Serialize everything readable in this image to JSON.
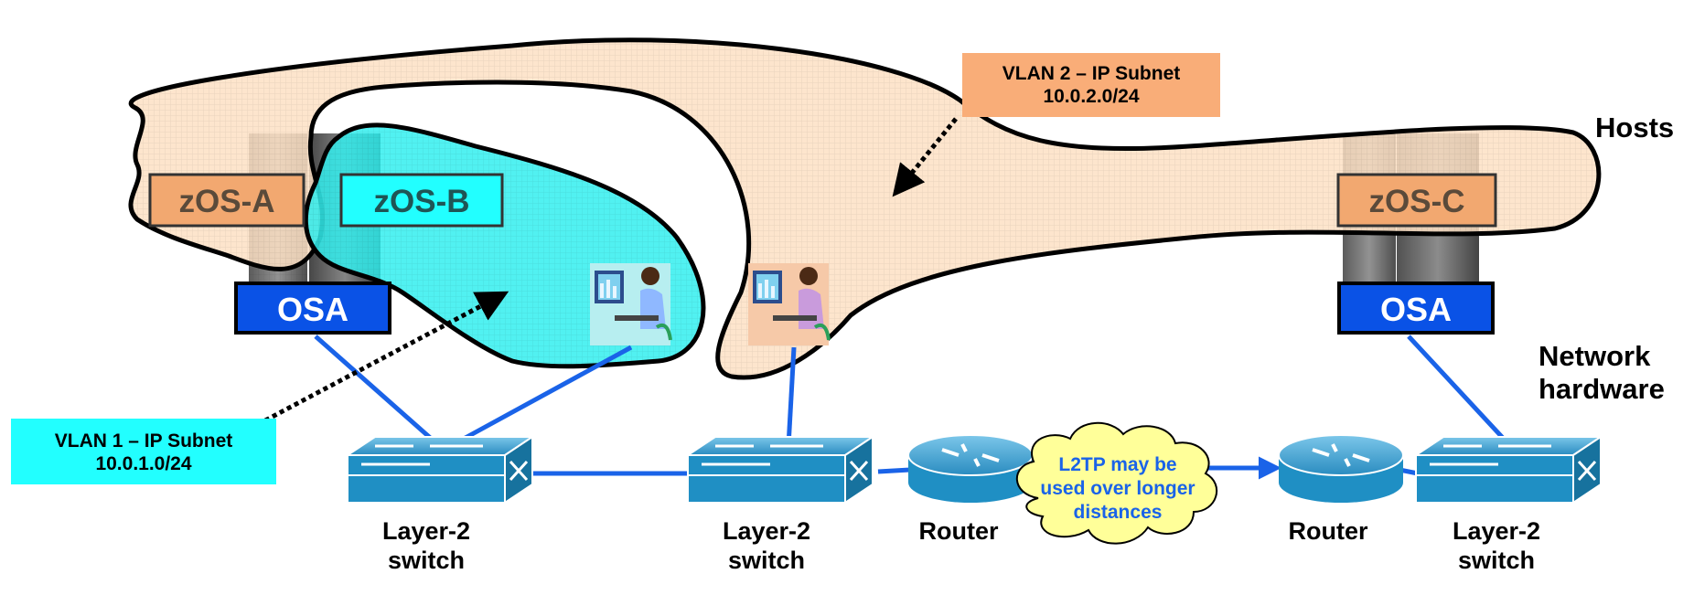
{
  "labels": {
    "hosts": "Hosts",
    "network_line1": "Network",
    "network_line2": "hardware"
  },
  "vlan1": {
    "line1": "VLAN 1 – IP Subnet",
    "line2": "10.0.1.0/24"
  },
  "vlan2": {
    "line1": "VLAN 2 – IP Subnet",
    "line2": "10.0.2.0/24"
  },
  "hosts": {
    "a": "zOS-A",
    "b": "zOS-B",
    "c": "zOS-C"
  },
  "osa": {
    "left": "OSA",
    "right": "OSA"
  },
  "devices": {
    "switch1_line1": "Layer-2",
    "switch1_line2": "switch",
    "switch2_line1": "Layer-2",
    "switch2_line2": "switch",
    "switch3_line1": "Layer-2",
    "switch3_line2": "switch",
    "router1": "Router",
    "router2": "Router"
  },
  "cloud": {
    "line1": "L2TP may be",
    "line2": "used over longer",
    "line3": "distances"
  },
  "colors": {
    "vlan1_fill": "#33eeee",
    "vlan2_fill": "#fde0c4",
    "vlan2_box": "#f9ad78",
    "vlan1_box": "#22ffff",
    "osa_blue": "#0a52e6",
    "link_blue": "#1a63e8",
    "device_blue": "#1f8fc4",
    "cloud_fill": "#ffff99",
    "cloud_text": "#1a63e8"
  }
}
